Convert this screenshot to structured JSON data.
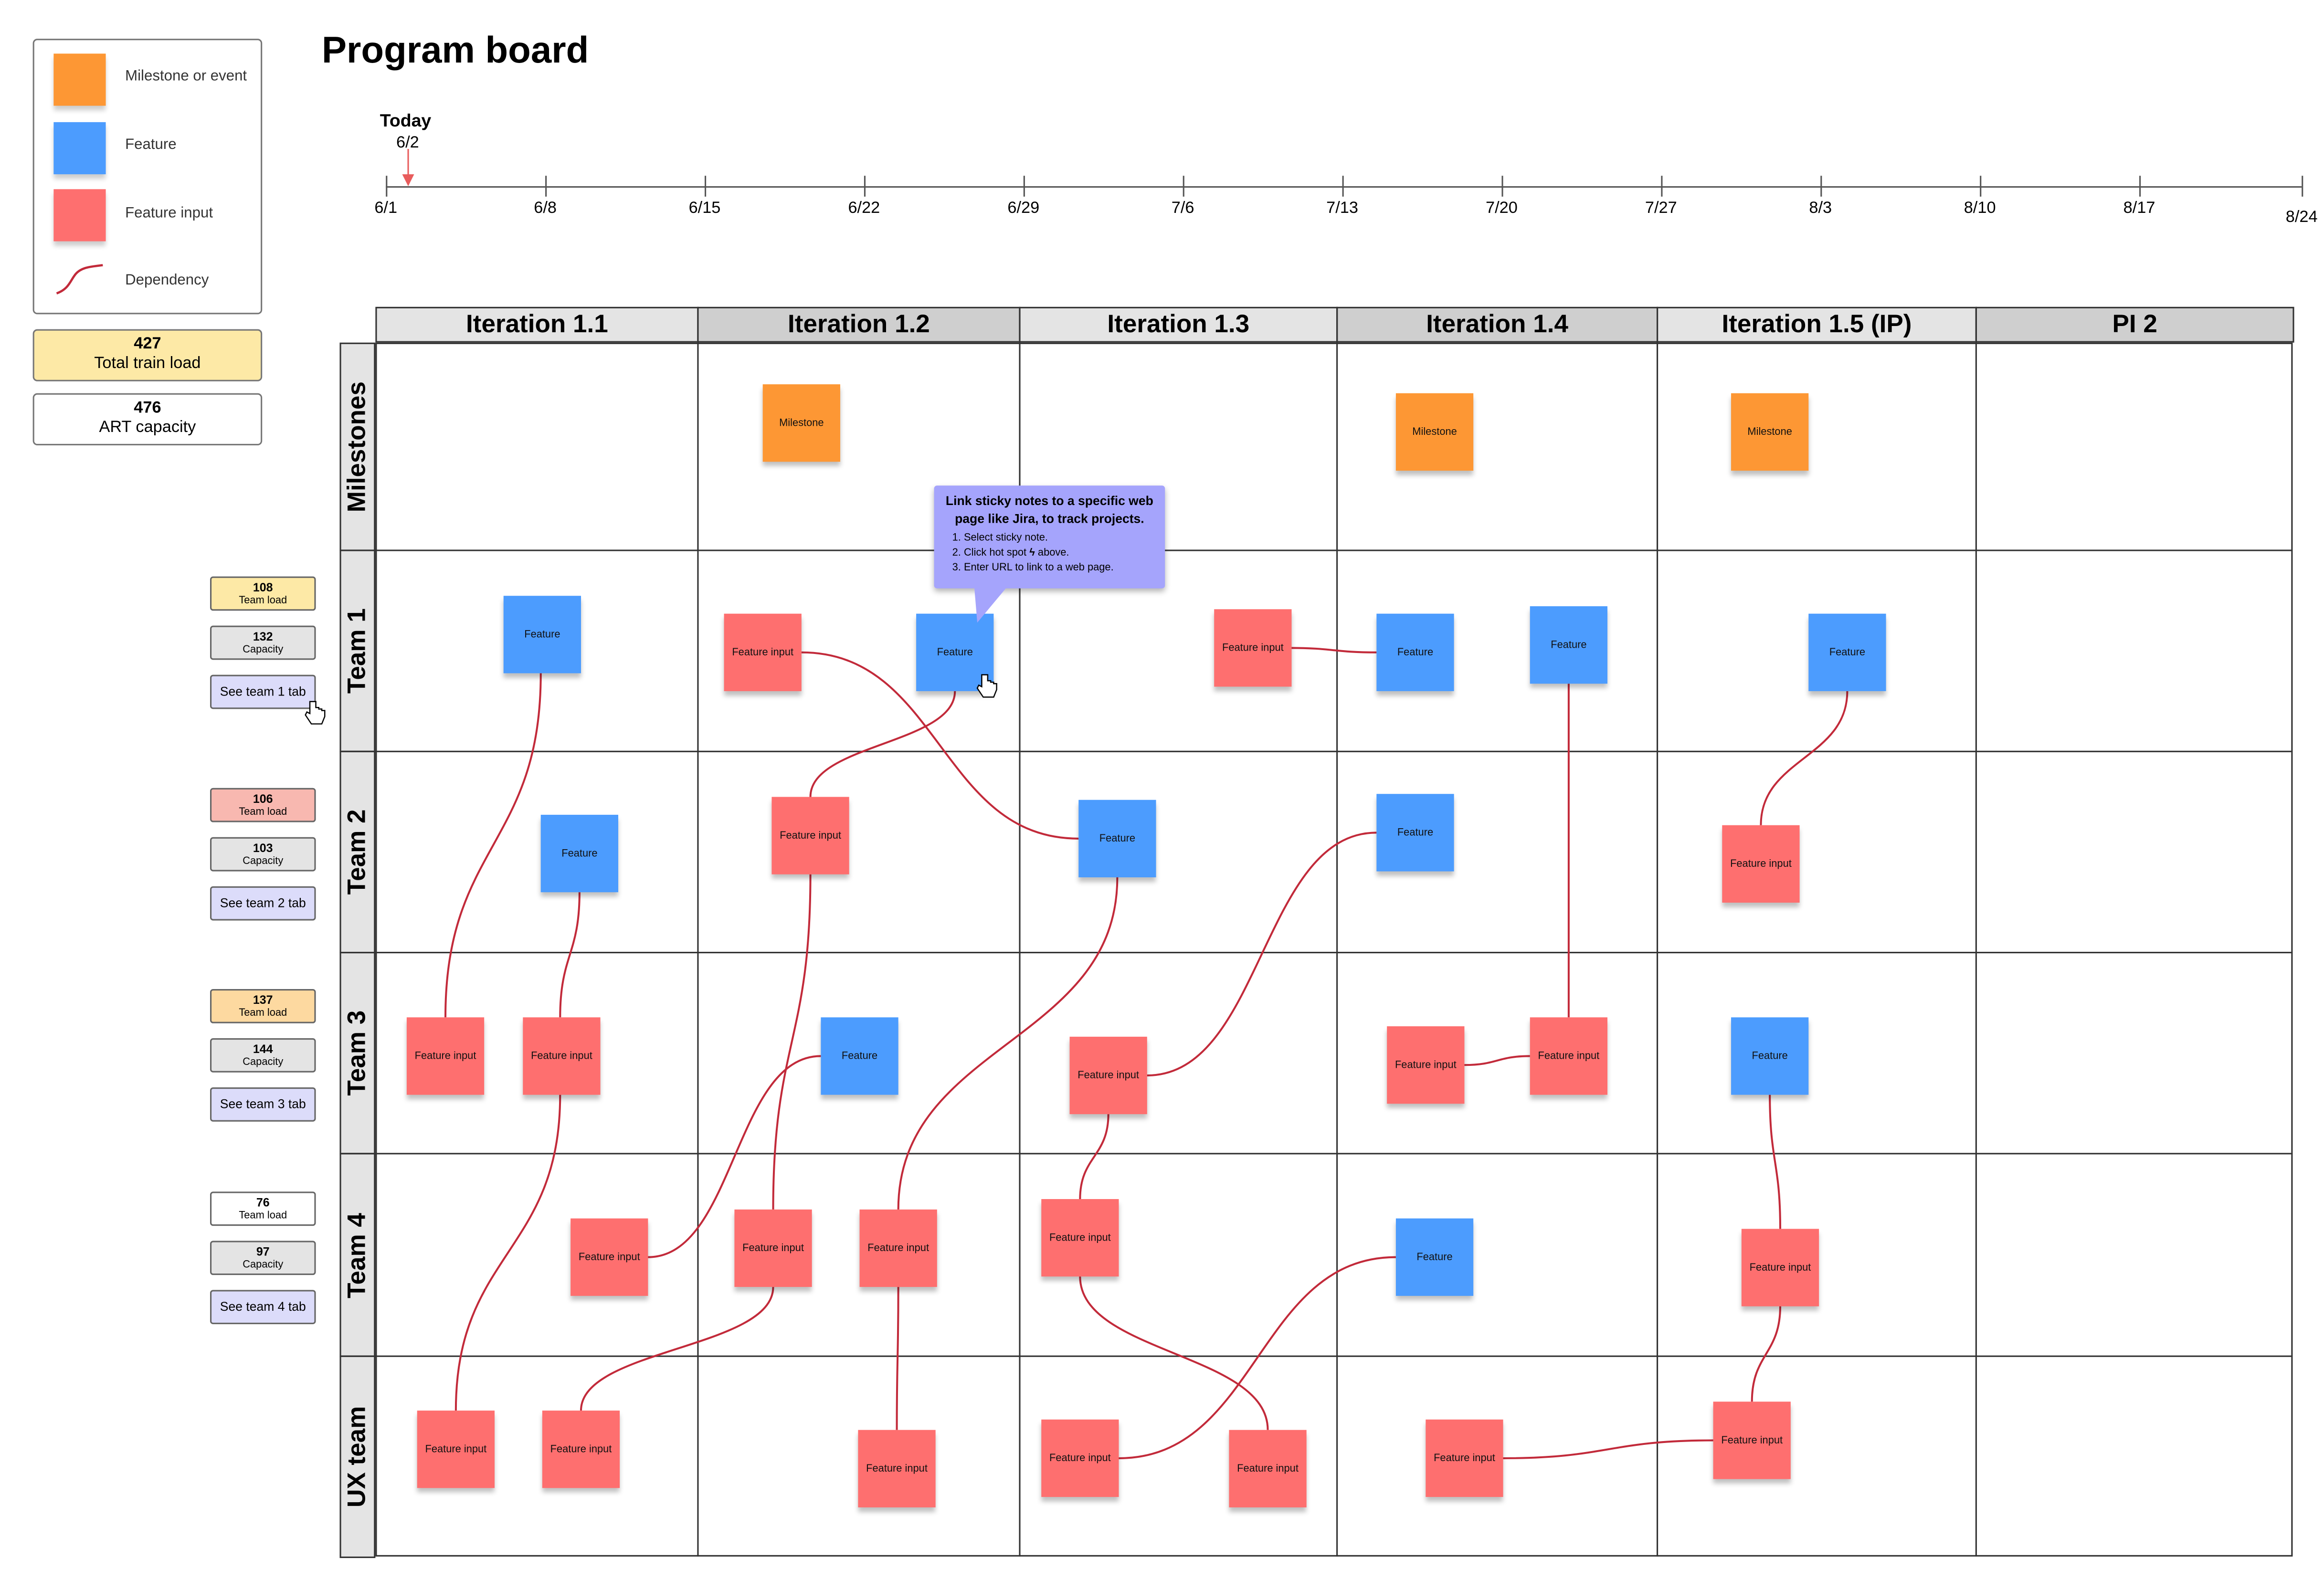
{
  "title": "Program board",
  "legend": {
    "milestone": "Milestone or event",
    "feature": "Feature",
    "feature_input": "Feature input",
    "dependency": "Dependency"
  },
  "totals": {
    "train_load_value": "427",
    "train_load_label": "Total train load",
    "capacity_value": "476",
    "capacity_label": "ART capacity"
  },
  "timeline": {
    "today_label": "Today",
    "today_date": "6/2",
    "ticks": [
      "6/1",
      "6/8",
      "6/15",
      "6/22",
      "6/29",
      "7/6",
      "7/13",
      "7/20",
      "7/27",
      "8/3",
      "8/10",
      "8/17",
      "8/24"
    ]
  },
  "columns": [
    "Iteration 1.1",
    "Iteration 1.2",
    "Iteration 1.3",
    "Iteration 1.4",
    "Iteration 1.5 (IP)",
    "PI 2"
  ],
  "rows": [
    "Milestones",
    "Team 1",
    "Team 2",
    "Team 3",
    "Team 4",
    "UX team"
  ],
  "teams": [
    {
      "load": "108",
      "load_label": "Team load",
      "capacity": "132",
      "capacity_label": "Capacity",
      "button": "See team 1 tab"
    },
    {
      "load": "106",
      "load_label": "Team load",
      "capacity": "103",
      "capacity_label": "Capacity",
      "button": "See team 2 tab"
    },
    {
      "load": "137",
      "load_label": "Team load",
      "capacity": "144",
      "capacity_label": "Capacity",
      "button": "See team 3 tab"
    },
    {
      "load": "76",
      "load_label": "Team load",
      "capacity": "97",
      "capacity_label": "Capacity",
      "button": "See team 4 tab"
    }
  ],
  "colors": {
    "milestone": "#fd9734",
    "feature": "#4c9cfe",
    "feature_input": "#fe6f6f",
    "dependency": "#c22a3a",
    "tooltip": "#a5a4fc"
  },
  "tooltip": {
    "heading": "Link sticky notes to a specific web page like Jira, to track projects.",
    "steps": [
      "Select sticky note.",
      "Click hot spot",
      "above.",
      "Enter URL to link to a web page."
    ]
  },
  "stickies": {
    "milestone": "Milestone",
    "feature": "Feature",
    "input": "Feature input"
  }
}
